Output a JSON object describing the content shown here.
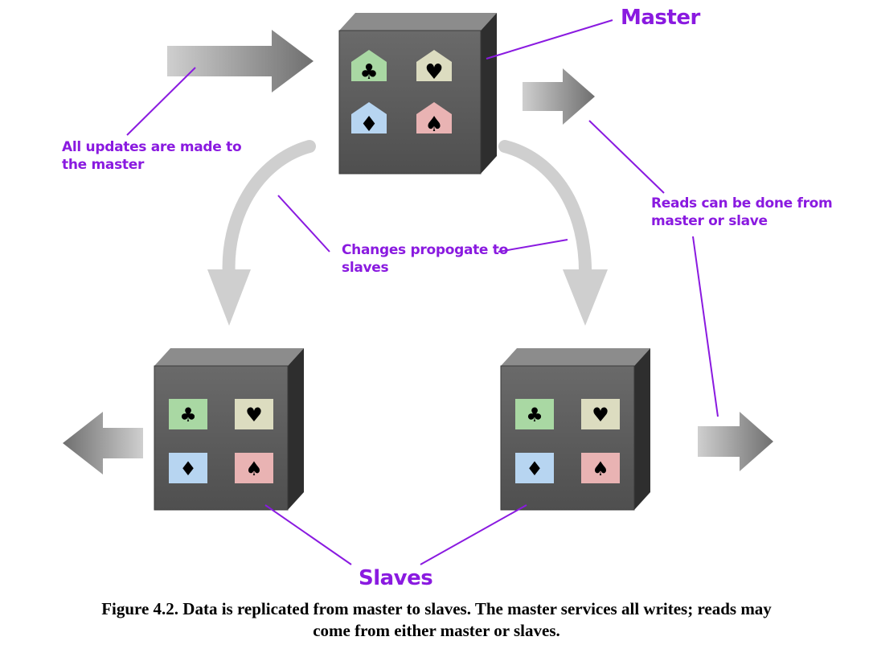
{
  "labels": {
    "master": "Master",
    "updates": [
      "All updates are made to",
      "the master"
    ],
    "propagate": [
      "Changes propogate to",
      "slaves"
    ],
    "reads": [
      "Reads can be done from",
      "master or slave"
    ],
    "slaves": "Slaves"
  },
  "suits": [
    {
      "name": "club",
      "glyph": "♣",
      "color": "#a9d8a3"
    },
    {
      "name": "heart",
      "glyph": "♥",
      "color": "#dcdcc0"
    },
    {
      "name": "diamond",
      "glyph": "♦",
      "color": "#b7d5f1"
    },
    {
      "name": "spade",
      "glyph": "♠",
      "color": "#e9b3b3"
    }
  ],
  "colors": {
    "annotation": "#8a1ae0",
    "box_front": "#5c5c5c",
    "box_side": "#2f2f2f",
    "box_top": "#8a8a8a",
    "flow_arrow": "#cfcfcf",
    "io_arrow": "#8e8e8e"
  },
  "caption": [
    "Figure 4.2. Data is replicated from master to slaves. The master services all writes; reads may",
    "come from either master or slaves."
  ]
}
